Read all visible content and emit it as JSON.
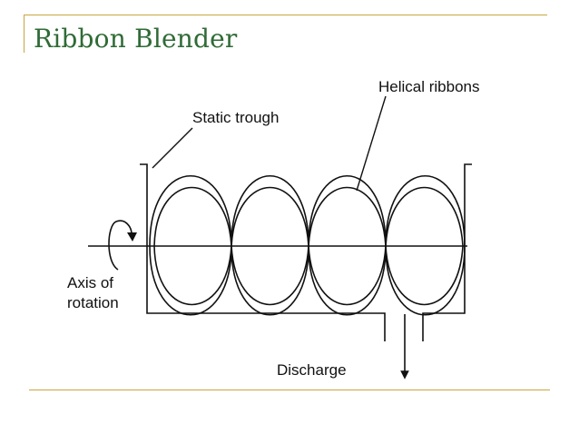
{
  "slide": {
    "title": "Ribbon Blender",
    "accent_color": "#c8a640",
    "title_color": "#2f6b36"
  },
  "diagram": {
    "labels": {
      "helical_ribbons": "Helical ribbons",
      "static_trough": "Static trough",
      "axis_line1": "Axis of",
      "axis_line2": "rotation",
      "discharge": "Discharge"
    }
  }
}
